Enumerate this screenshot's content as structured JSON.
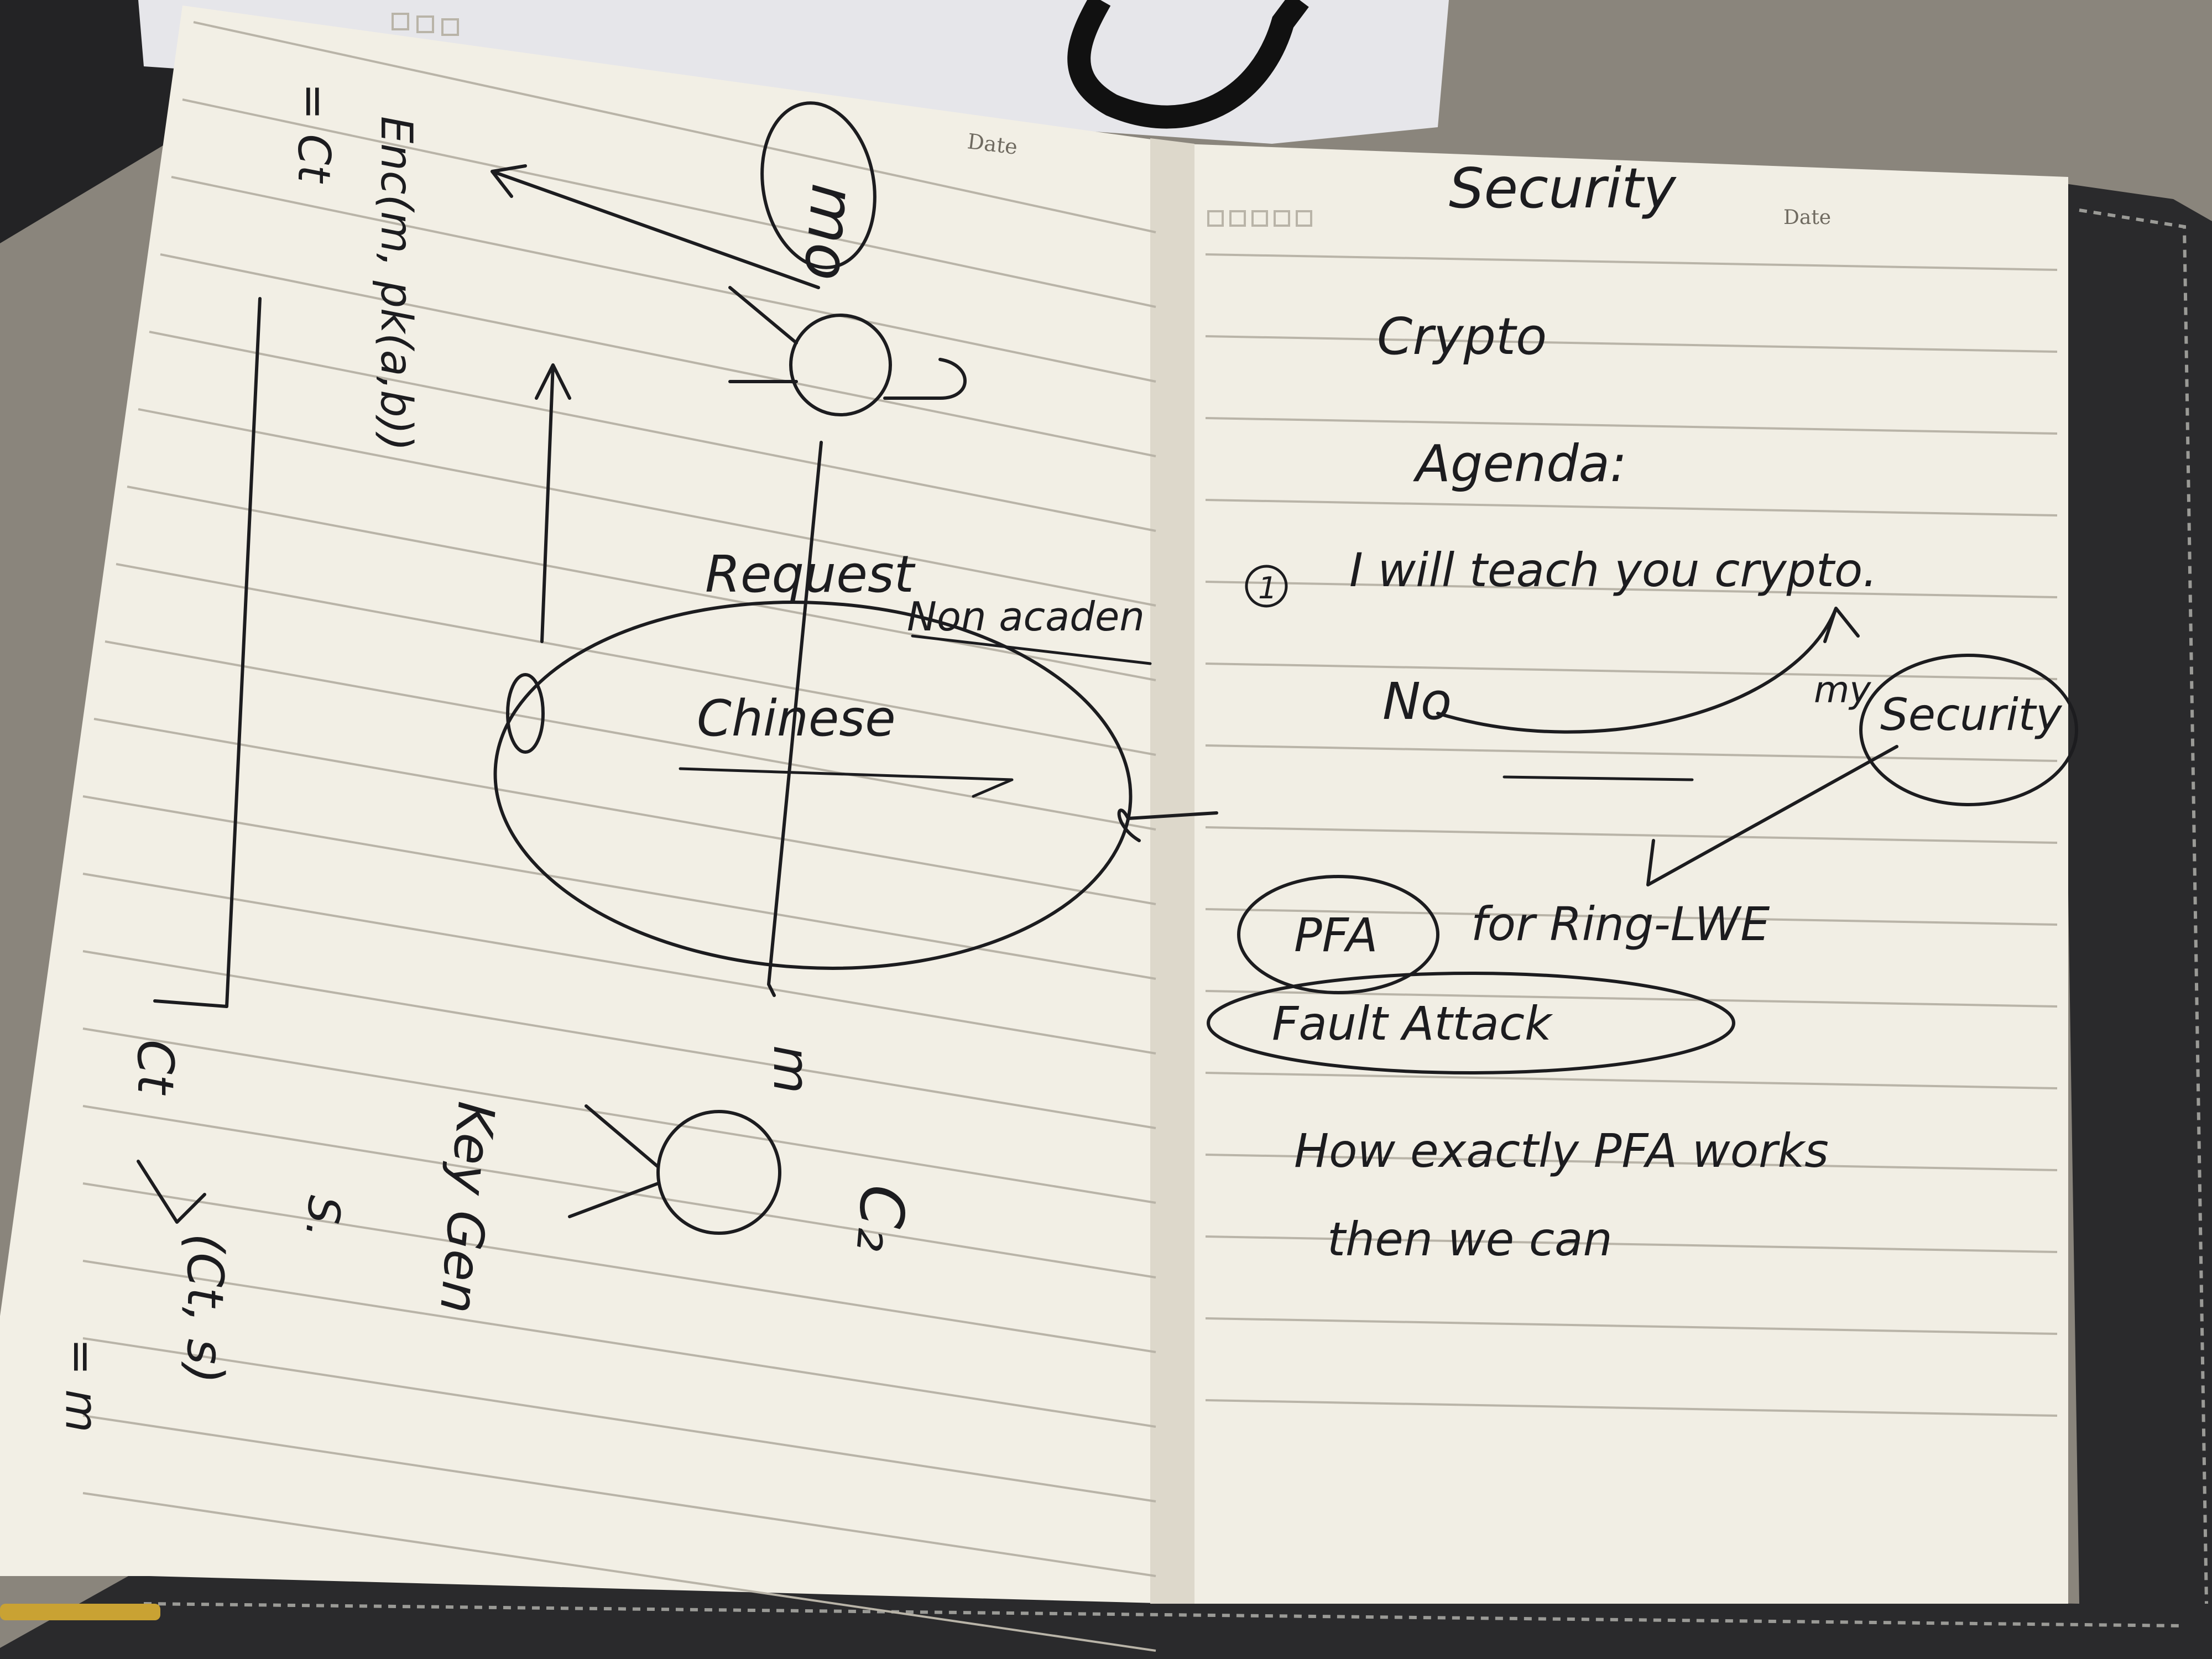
{
  "colors": {
    "desk": "#8a857c",
    "paper": "#f2efe5",
    "paper_shade": "#ddd8cb",
    "rule_line": "#b9b4a8",
    "ink": "#1c1c1f",
    "cover": "#2a2a2c",
    "stitching": "#9a9a96",
    "clip": "#c9a233"
  },
  "printed": {
    "date_left": "Date",
    "date_right": "Date"
  },
  "left_page": {
    "top_label": "mo",
    "enc_label": "Enc(m, pk(a,b))",
    "eq_label": "= Ct",
    "request": "Request",
    "non_academic": "Non acaden",
    "chinese": "Chinese",
    "m_label": "m",
    "c2_label": "C₂",
    "keygen": "Key Gen",
    "s_label": "S.",
    "ct_label": "Ct",
    "ct_s": "(Ct, s)",
    "ct_s_eq": "= m"
  },
  "right_page": {
    "title": "Security",
    "crypto": "Crypto",
    "agenda": "Agenda:",
    "item_1_num": "1",
    "item_1": "I will teach you crypto.",
    "no": "No",
    "my": "my",
    "security": "Security",
    "pfa": "PFA",
    "for_ring": "for Ring-LWE",
    "fault": "Fault Attack",
    "how": "How exactly PFA works",
    "then": "then we can"
  }
}
